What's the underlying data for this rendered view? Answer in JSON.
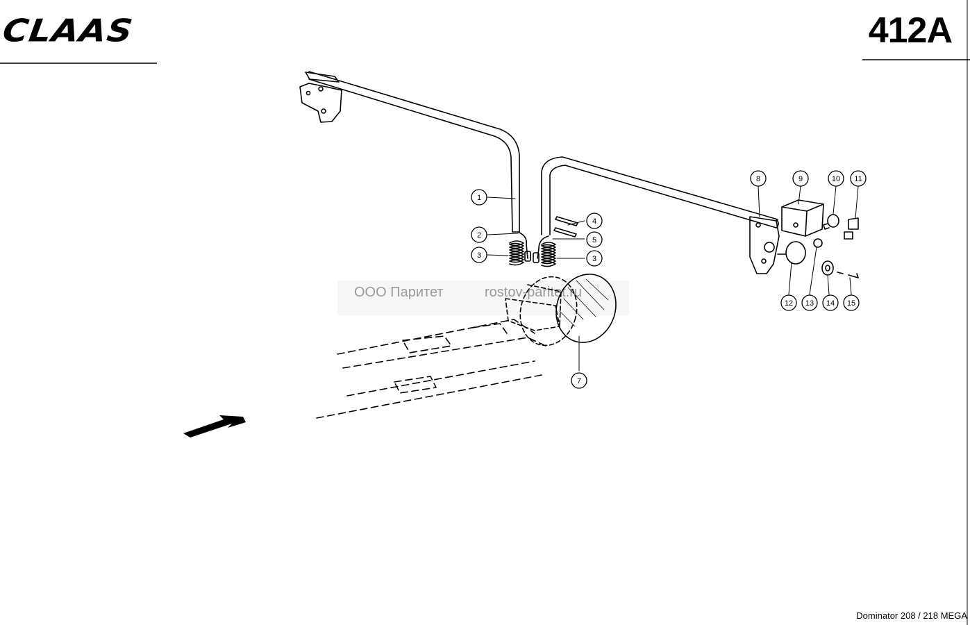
{
  "header": {
    "logo_text": "CLAAS",
    "page_number": "412A"
  },
  "watermark": {
    "company": "ООО Паритет",
    "site": "rostov-paritet.ru"
  },
  "footer": {
    "model": "Dominator 208 / 218 MEGA"
  },
  "callouts": [
    "1",
    "2",
    "3",
    "3",
    "4",
    "5",
    "7",
    "8",
    "9",
    "10",
    "11",
    "12",
    "13",
    "14",
    "15"
  ],
  "colors": {
    "line": "#000000",
    "watermark": "#9a9a9a"
  },
  "icons": [
    "direction-arrow-icon"
  ]
}
